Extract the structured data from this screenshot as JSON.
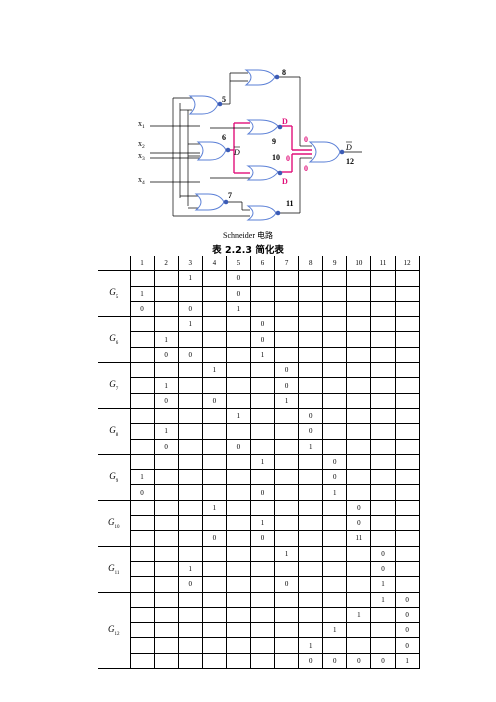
{
  "circuit": {
    "inputs": [
      {
        "name": "x",
        "sub": "1"
      },
      {
        "name": "x",
        "sub": "2"
      },
      {
        "name": "x",
        "sub": "3"
      },
      {
        "name": "x",
        "sub": "4"
      }
    ],
    "gate_labels": [
      "5",
      "6",
      "7",
      "8",
      "9",
      "10",
      "11",
      "12"
    ],
    "fault_labels": {
      "d_top": "D",
      "d_bar_left": "D",
      "d_bottom": "D",
      "d_bar_out": "D"
    },
    "zero_labels": [
      "0",
      "0",
      "0"
    ],
    "highlight_color": "#e0107a",
    "gate_color": "#5a7fd6"
  },
  "circuit_caption": "Schneider 电路",
  "table_title": "表 2.2.3  简化表",
  "table": {
    "columns": [
      "1",
      "2",
      "3",
      "4",
      "5",
      "6",
      "7",
      "8",
      "9",
      "10",
      "11",
      "12"
    ],
    "groups": [
      {
        "label": "G",
        "sub": "5",
        "rows": [
          [
            "",
            "",
            "1",
            "",
            "0",
            "",
            "",
            "",
            "",
            "",
            "",
            ""
          ],
          [
            "1",
            "",
            "",
            "",
            "0",
            "",
            "",
            "",
            "",
            "",
            "",
            ""
          ],
          [
            "0",
            "",
            "0",
            "",
            "1",
            "",
            "",
            "",
            "",
            "",
            "",
            ""
          ]
        ]
      },
      {
        "label": "G",
        "sub": "6",
        "rows": [
          [
            "",
            "",
            "1",
            "",
            "",
            "0",
            "",
            "",
            "",
            "",
            "",
            ""
          ],
          [
            "",
            "1",
            "",
            "",
            "",
            "0",
            "",
            "",
            "",
            "",
            "",
            ""
          ],
          [
            "",
            "0",
            "0",
            "",
            "",
            "1",
            "",
            "",
            "",
            "",
            "",
            ""
          ]
        ]
      },
      {
        "label": "G",
        "sub": "7",
        "rows": [
          [
            "",
            "",
            "",
            "1",
            "",
            "",
            "0",
            "",
            "",
            "",
            "",
            ""
          ],
          [
            "",
            "1",
            "",
            "",
            "",
            "",
            "0",
            "",
            "",
            "",
            "",
            ""
          ],
          [
            "",
            "0",
            "",
            "0",
            "",
            "",
            "1",
            "",
            "",
            "",
            "",
            ""
          ]
        ]
      },
      {
        "label": "G",
        "sub": "8",
        "rows": [
          [
            "",
            "",
            "",
            "",
            "1",
            "",
            "",
            "0",
            "",
            "",
            "",
            ""
          ],
          [
            "",
            "1",
            "",
            "",
            "",
            "",
            "",
            "0",
            "",
            "",
            "",
            ""
          ],
          [
            "",
            "0",
            "",
            "",
            "0",
            "",
            "",
            "1",
            "",
            "",
            "",
            ""
          ]
        ]
      },
      {
        "label": "G",
        "sub": "9",
        "rows": [
          [
            "",
            "",
            "",
            "",
            "",
            "1",
            "",
            "",
            "0",
            "",
            "",
            ""
          ],
          [
            "1",
            "",
            "",
            "",
            "",
            "",
            "",
            "",
            "0",
            "",
            "",
            ""
          ],
          [
            "0",
            "",
            "",
            "",
            "",
            "0",
            "",
            "",
            "1",
            "",
            "",
            ""
          ]
        ]
      },
      {
        "label": "G",
        "sub": "10",
        "rows": [
          [
            "",
            "",
            "",
            "1",
            "",
            "",
            "",
            "",
            "",
            "0",
            "",
            ""
          ],
          [
            "",
            "",
            "",
            "",
            "",
            "1",
            "",
            "",
            "",
            "0",
            "",
            ""
          ],
          [
            "",
            "",
            "",
            "0",
            "",
            "0",
            "",
            "",
            "",
            "11",
            "",
            ""
          ]
        ]
      },
      {
        "label": "G",
        "sub": "11",
        "rows": [
          [
            "",
            "",
            "",
            "",
            "",
            "",
            "1",
            "",
            "",
            "",
            "0",
            ""
          ],
          [
            "",
            "",
            "1",
            "",
            "",
            "",
            "",
            "",
            "",
            "",
            "0",
            ""
          ],
          [
            "",
            "",
            "0",
            "",
            "",
            "",
            "0",
            "",
            "",
            "",
            "1",
            ""
          ]
        ]
      },
      {
        "label": "G",
        "sub": "12",
        "rows": [
          [
            "",
            "",
            "",
            "",
            "",
            "",
            "",
            "",
            "",
            "",
            "1",
            "0"
          ],
          [
            "",
            "",
            "",
            "",
            "",
            "",
            "",
            "",
            "",
            "1",
            "",
            "0"
          ],
          [
            "",
            "",
            "",
            "",
            "",
            "",
            "",
            "",
            "1",
            "",
            "",
            "0"
          ],
          [
            "",
            "",
            "",
            "",
            "",
            "",
            "",
            "1",
            "",
            "",
            "",
            "0"
          ],
          [
            "",
            "",
            "",
            "",
            "",
            "",
            "",
            "0",
            "0",
            "0",
            "0",
            "1"
          ]
        ]
      }
    ]
  }
}
